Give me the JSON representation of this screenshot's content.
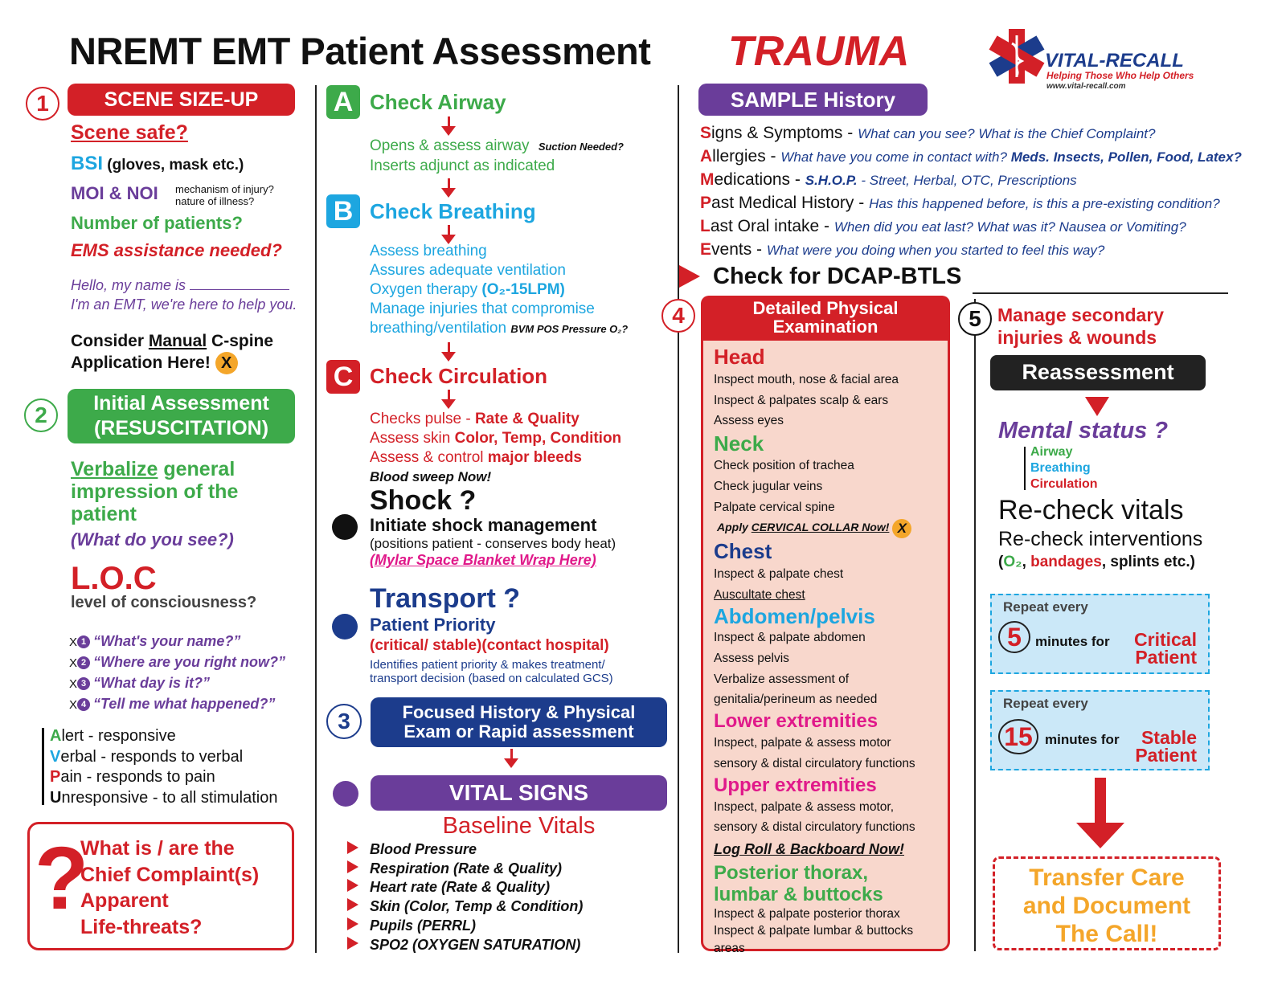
{
  "header": {
    "title": "NREMT EMT Patient Assessment",
    "trauma": "TRAUMA",
    "brand_name": "VITAL-RECALL",
    "brand_tagline": "Helping Those Who Help Others",
    "brand_url": "www.vital-recall.com"
  },
  "col1": {
    "step1": "1",
    "scene_title": "SCENE SIZE-UP",
    "scene_safe": "Scene safe?",
    "bsi": "BSI",
    "bsi_desc": "(gloves, mask etc.)",
    "moi": "MOI & NOI",
    "moi_desc1": "mechanism of injury?",
    "moi_desc2": "nature of illness?",
    "num_patients": "Number of patients?",
    "ems": "EMS assistance needed?",
    "hello1": "Hello, my name is",
    "hello2": "I'm an EMT, we're here to help you.",
    "cspine_pre": "Consider ",
    "cspine_u": "Manual",
    "cspine_post": " C-spine",
    "cspine2": "Application Here!",
    "x": "X",
    "step2": "2",
    "initial1": "Initial Assessment",
    "initial2": "(RESUSCITATION)",
    "verb_u": "Verbalize",
    "verb1": " general",
    "verb2": "impression of the",
    "verb3": "patient",
    "verb4": "(What do you see?)",
    "loc": "L.O.C",
    "loc_desc": "level of consciousness?",
    "questions": [
      {
        "x": "X",
        "n": "1",
        "q": "“What's your name?”"
      },
      {
        "x": "X",
        "n": "2",
        "q": "“Where are you right now?”"
      },
      {
        "x": "X",
        "n": "3",
        "q": "“What day is it?”"
      },
      {
        "x": "X",
        "n": "4",
        "q": "“Tell me what happened?”"
      }
    ],
    "avpu": [
      {
        "l": "A",
        "t": "lert - responsive",
        "c": "#3daa4a"
      },
      {
        "l": "V",
        "t": "erbal - responds to verbal",
        "c": "#1da6e0"
      },
      {
        "l": "P",
        "t": "ain - responds to pain",
        "c": "#d32027"
      },
      {
        "l": "U",
        "t": "nresponsive - to all stimulation",
        "c": "#111111"
      }
    ],
    "qmark": "?",
    "cc1": "What is / are the",
    "cc2": "Chief Complaint(s)",
    "cc3": "Apparent",
    "cc4": "Life-threats?"
  },
  "col2": {
    "a": "A",
    "airway": "Check Airway",
    "airway1": "Opens & assess airway",
    "suction": "Suction Needed?",
    "airway2": "Inserts adjunct as indicated",
    "b": "B",
    "breathing": "Check Breathing",
    "br1": "Assess breathing",
    "br2": "Assures adequate ventilation",
    "br3": "Oxygen therapy ",
    "br3b": "(O₂-15LPM)",
    "br4": "Manage injuries that compromise",
    "br5": "breathing/ventilation",
    "bvm": "BVM POS Pressure O₂?",
    "c": "C",
    "circulation": "Check Circulation",
    "c1": "Checks pulse - ",
    "c1b": "Rate & Quality",
    "c2": "Assess skin ",
    "c2b": "Color, Temp, Condition",
    "c3": "Assess & control ",
    "c3b": "major bleeds",
    "c4": "Blood sweep Now!",
    "shock": "Shock ?",
    "shock1": "Initiate shock management",
    "shock2": "(positions patient - conserves body heat)",
    "shock3": "(Mylar Space Blanket Wrap Here)",
    "transport": "Transport ?",
    "tp1": "Patient Priority",
    "tp2": "(critical/ stable)(contact hospital)",
    "tp3": "Identifies patient priority & makes treatment/",
    "tp4": "transport decision (based on calculated GCS)",
    "step3": "3",
    "focused1": "Focused History & Physical",
    "focused2": "Exam or Rapid assessment",
    "vital": "VITAL SIGNS",
    "baseline": "Baseline Vitals",
    "vitals": [
      "Blood Pressure",
      "Respiration (Rate & Quality)",
      "Heart rate (Rate & Quality)",
      "Skin (Color, Temp & Condition)",
      "Pupils (PERRL)",
      "SPO2 (OXYGEN SATURATION)"
    ]
  },
  "col3": {
    "sample": "SAMPLE History",
    "sample_items": [
      {
        "l": "S",
        "t": "igns & Symptoms - ",
        "q": "What can you see? What is the Chief Complaint?"
      },
      {
        "l": "A",
        "t": "llergies - ",
        "q": "What have you come in contact with? ",
        "qb": "Meds. Insects, Pollen, Food, Latex?"
      },
      {
        "l": "M",
        "t": "edications - ",
        "qb": "S.H.O.P.",
        "q": " - Street, Herbal, OTC, Prescriptions"
      },
      {
        "l": "P",
        "t": "ast Medical History - ",
        "q": "Has this happened before, is this a pre-existing condition?"
      },
      {
        "l": "L",
        "t": "ast Oral intake - ",
        "q": "When did you eat last? What was it? Nausea or Vomiting?"
      },
      {
        "l": "E",
        "t": "vents - ",
        "q": "What were you doing when you started to feel this way?"
      }
    ],
    "dcap": "Check for DCAP-BTLS",
    "step4": "4",
    "detailed1": "Detailed Physical",
    "detailed2": "Examination",
    "head": "Head",
    "head_items": [
      "Inspect mouth, nose & facial area",
      "Inspect & palpates scalp & ears",
      "Assess eyes"
    ],
    "neck": "Neck",
    "neck_items": [
      "Check position of trachea",
      "Check jugular veins",
      "Palpate cervical spine"
    ],
    "collar1": "Apply ",
    "collar2": "CERVICAL COLLAR Now!",
    "x": "X",
    "chest": "Chest",
    "chest1": "Inspect & palpate chest",
    "chest2": "Auscultate chest",
    "abdomen": "Abdomen/pelvis",
    "abd_items": [
      "Inspect & palpate abdomen",
      "Assess pelvis",
      "Verbalize assessment of",
      "genitalia/perineum as needed"
    ],
    "lower": "Lower extremities",
    "lower_items": [
      "Inspect, palpate & assess motor",
      "sensory & distal circulatory functions"
    ],
    "upper": "Upper extremities",
    "upper_items": [
      "Inspect, palpate & assess motor,",
      "sensory & distal circulatory functions"
    ],
    "logroll": "Log Roll & Backboard Now!",
    "posterior1": "Posterior thorax,",
    "posterior2": "lumbar & buttocks",
    "post_items": [
      "Inspect & palpate posterior thorax",
      "Inspect & palpate lumbar & buttocks",
      "areas"
    ]
  },
  "col4": {
    "step5": "5",
    "manage1": "Manage secondary",
    "manage2": "injuries & wounds",
    "reassess": "Reassessment",
    "mental": "Mental status ?",
    "airway": "Airway",
    "breathing": "Breathing",
    "circulation": "Circulation",
    "recheck": "Re-check vitals",
    "recheck2": "Re-check interventions",
    "int_open": "(",
    "o2": "O₂",
    ", ": ", ",
    "bandages": "bandages",
    "int_close": ", splints etc.)",
    "repeat": "Repeat every",
    "five": "5",
    "min_for": "minutes for ",
    "critical": "Critical",
    "patient": "Patient",
    "fifteen": "15",
    "stable": "Stable",
    "transfer1": "Transfer Care",
    "transfer2": "and Document",
    "transfer3": "The Call!"
  }
}
